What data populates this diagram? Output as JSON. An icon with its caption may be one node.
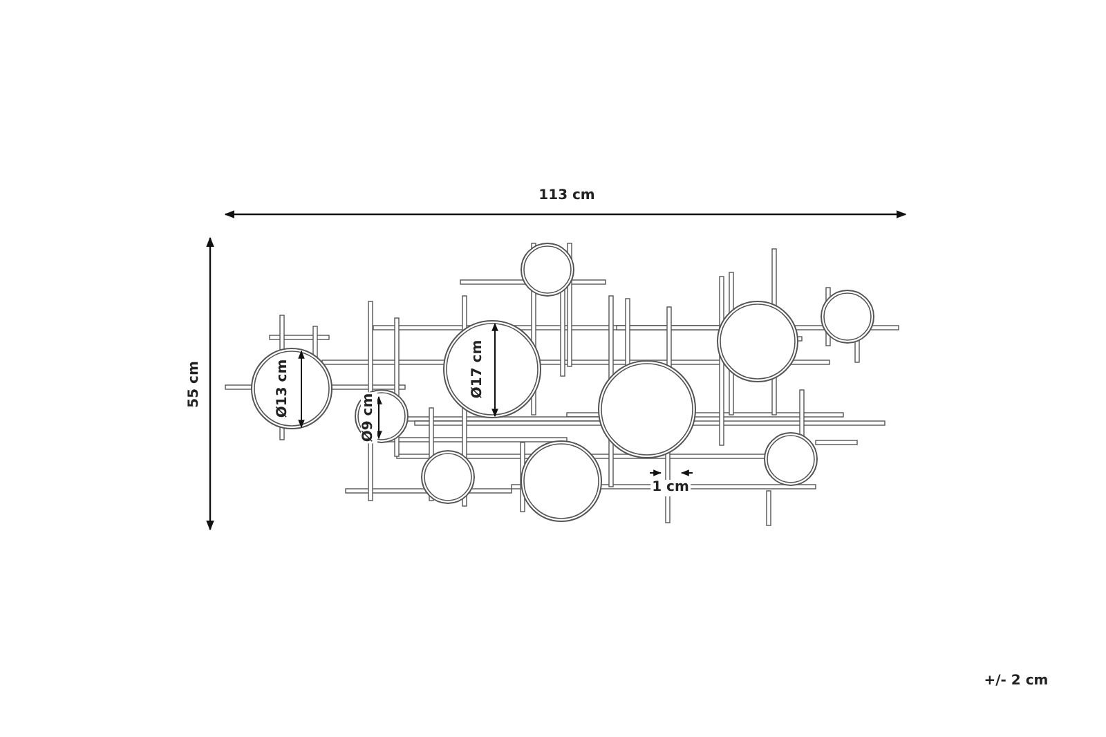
{
  "diagram": {
    "labels": [
      "113 cm",
      "55 cm",
      "Ø13 cm",
      "Ø9 cm",
      "Ø17 cm",
      "1 cm",
      "+/- 2 cm"
    ]
  }
}
